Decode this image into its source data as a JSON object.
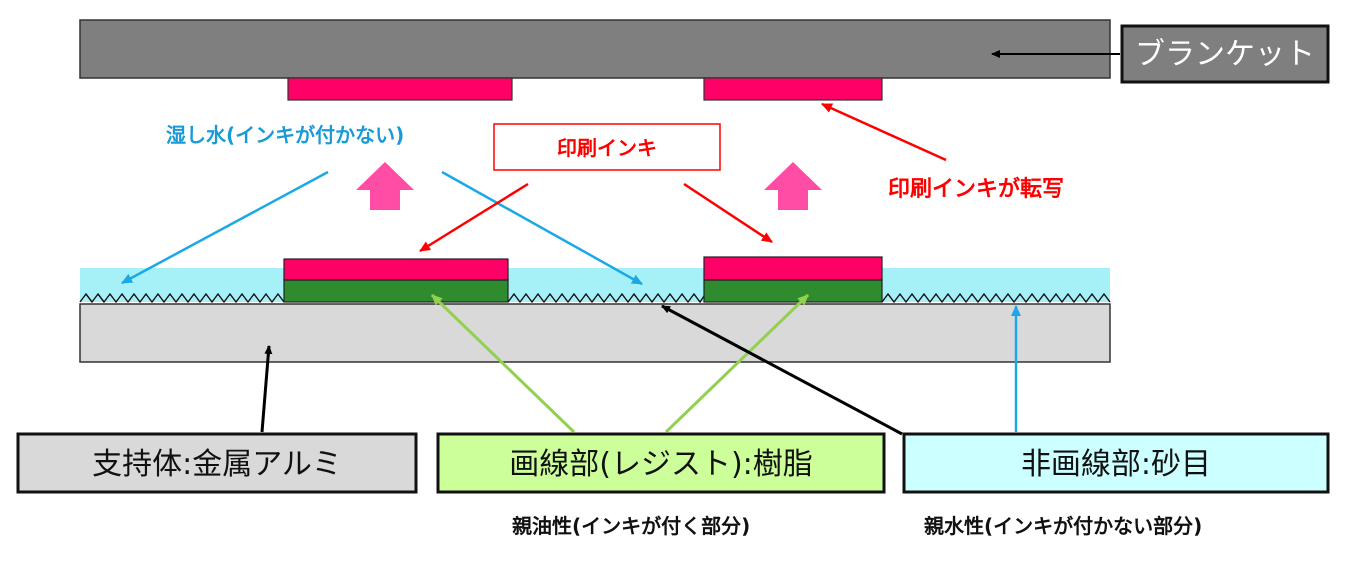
{
  "labels": {
    "blanket": "ブランケット",
    "dampening_water": "湿し水(インキが付かない)",
    "printing_ink": "印刷インキ",
    "ink_transfer": "印刷インキが転写",
    "support": "支持体:金属アルミ",
    "image_area": "画線部(レジスト):樹脂",
    "non_image_area": "非画線部:砂目",
    "oleophilic": "親油性(インキが付く部分)",
    "hydrophilic": "親水性(インキが付かない部分)"
  },
  "colors": {
    "blanket": "#7f7f7f",
    "ink": "#ff0066",
    "water": "#a6f0f8",
    "resin": "#2e8b2e",
    "support": "#d9d9d9",
    "image_box": "#ccff99",
    "non_image_box": "#ccffff",
    "red_text": "#ff0000",
    "blue_text": "#1a9ad6",
    "black_arrow": "#000000",
    "blue_arrow": "#1aa9e6",
    "red_arrow": "#ff0000",
    "green_arrow": "#92d050",
    "pink_arrow": "#ff4da6"
  }
}
